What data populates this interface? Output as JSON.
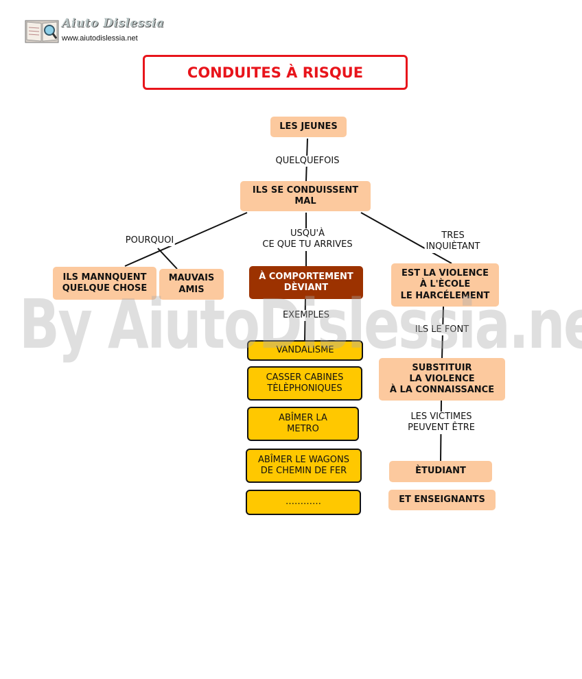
{
  "logo": {
    "title": "Aiuto Dislessia",
    "url": "www.aiutodislessia.net",
    "icon": "book-magnifier-icon"
  },
  "title": "CONDUITES À RISQUE",
  "nodes": {
    "jeunes": "LES JEUNES",
    "conduissent": "ILS SE CONDUISSENT\nMAL",
    "mannquent": "ILS MANNQUENT\nQUELQUE CHOSE",
    "mauvais": "MAUVAIS\nAMIS",
    "comportement": "À COMPORTEMENT\nDÈVIANT",
    "violence": "EST LA VIOLENCE\nÀ L'ÈCOLE\nLE HARCÉLEMENT",
    "substituir": "SUBSTITUIR\nLA VIOLENCE\nÀ LA CONNAISSANCE",
    "etudiant": "ÈTUDIANT",
    "enseignants": "ET ENSEIGNANTS",
    "vandalisme": "VANDALISME",
    "casser": "CASSER CABINES\nTÈLÈPHONIQUES",
    "abimer_metro": "ABÎMER LA\nMETRO",
    "abimer_wagons": "ABÎMER LE WAGONS\nDE CHEMIN DE FER",
    "dots": "…………"
  },
  "links": {
    "quelquefois": "QUELQUEFOIS",
    "pourquoi": "POURQUOI",
    "jusqua": "USQU'À\nCE QUE TU ARRIVES",
    "inquietant": "TRES\nINQUIÈTANT",
    "exemples": "EXEMPLES",
    "font": "ILS LE FONT",
    "victimes": "LES VICTIMES\nPEUVENT ÊTRE"
  },
  "watermark": "By AiutoDislessia.net",
  "colors": {
    "title": "#e8141b",
    "peach": "#fcc99e",
    "brown": "#9c3200",
    "yellow": "#ffc800"
  }
}
